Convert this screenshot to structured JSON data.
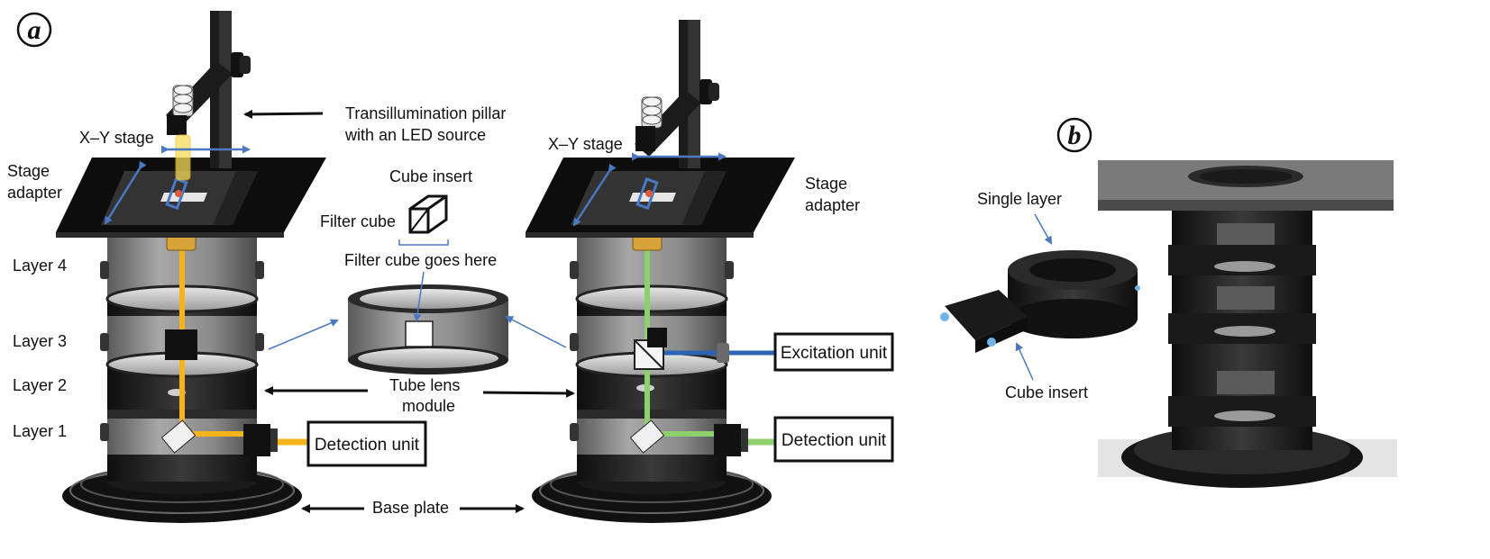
{
  "panel_a": {
    "letter": "a",
    "left_instrument": {
      "xy_stage": "X–Y stage",
      "stage_adapter": [
        "Stage",
        "adapter"
      ],
      "layers": [
        "Layer 4",
        "Layer 3",
        "Layer 2",
        "Layer 1"
      ],
      "detection_unit": "Detection unit"
    },
    "right_instrument": {
      "xy_stage": "X–Y stage",
      "stage_adapter": [
        "Stage",
        "adapter"
      ],
      "excitation_unit": "Excitation unit",
      "detection_unit": "Detection unit"
    },
    "transillumination": [
      "Transillumination pillar",
      "with an LED source"
    ],
    "cube_insert": "Cube insert",
    "filter_cube": "Filter cube",
    "filter_cube_goes_here": "Filter cube goes here",
    "tube_lens": [
      "Tube lens",
      "module"
    ],
    "base_plate": "Base plate"
  },
  "panel_b": {
    "letter": "b",
    "single_layer": "Single layer",
    "cube_insert": "Cube insert"
  },
  "colors": {
    "detection_beam": "#f4b41a",
    "excitation_beam": "#2c64b4",
    "emission_beam": "#8fd06e",
    "arrow_blue": "#4a78c2",
    "body_dark": "#1b1b1b",
    "body_gray": "#7a7a7a"
  }
}
